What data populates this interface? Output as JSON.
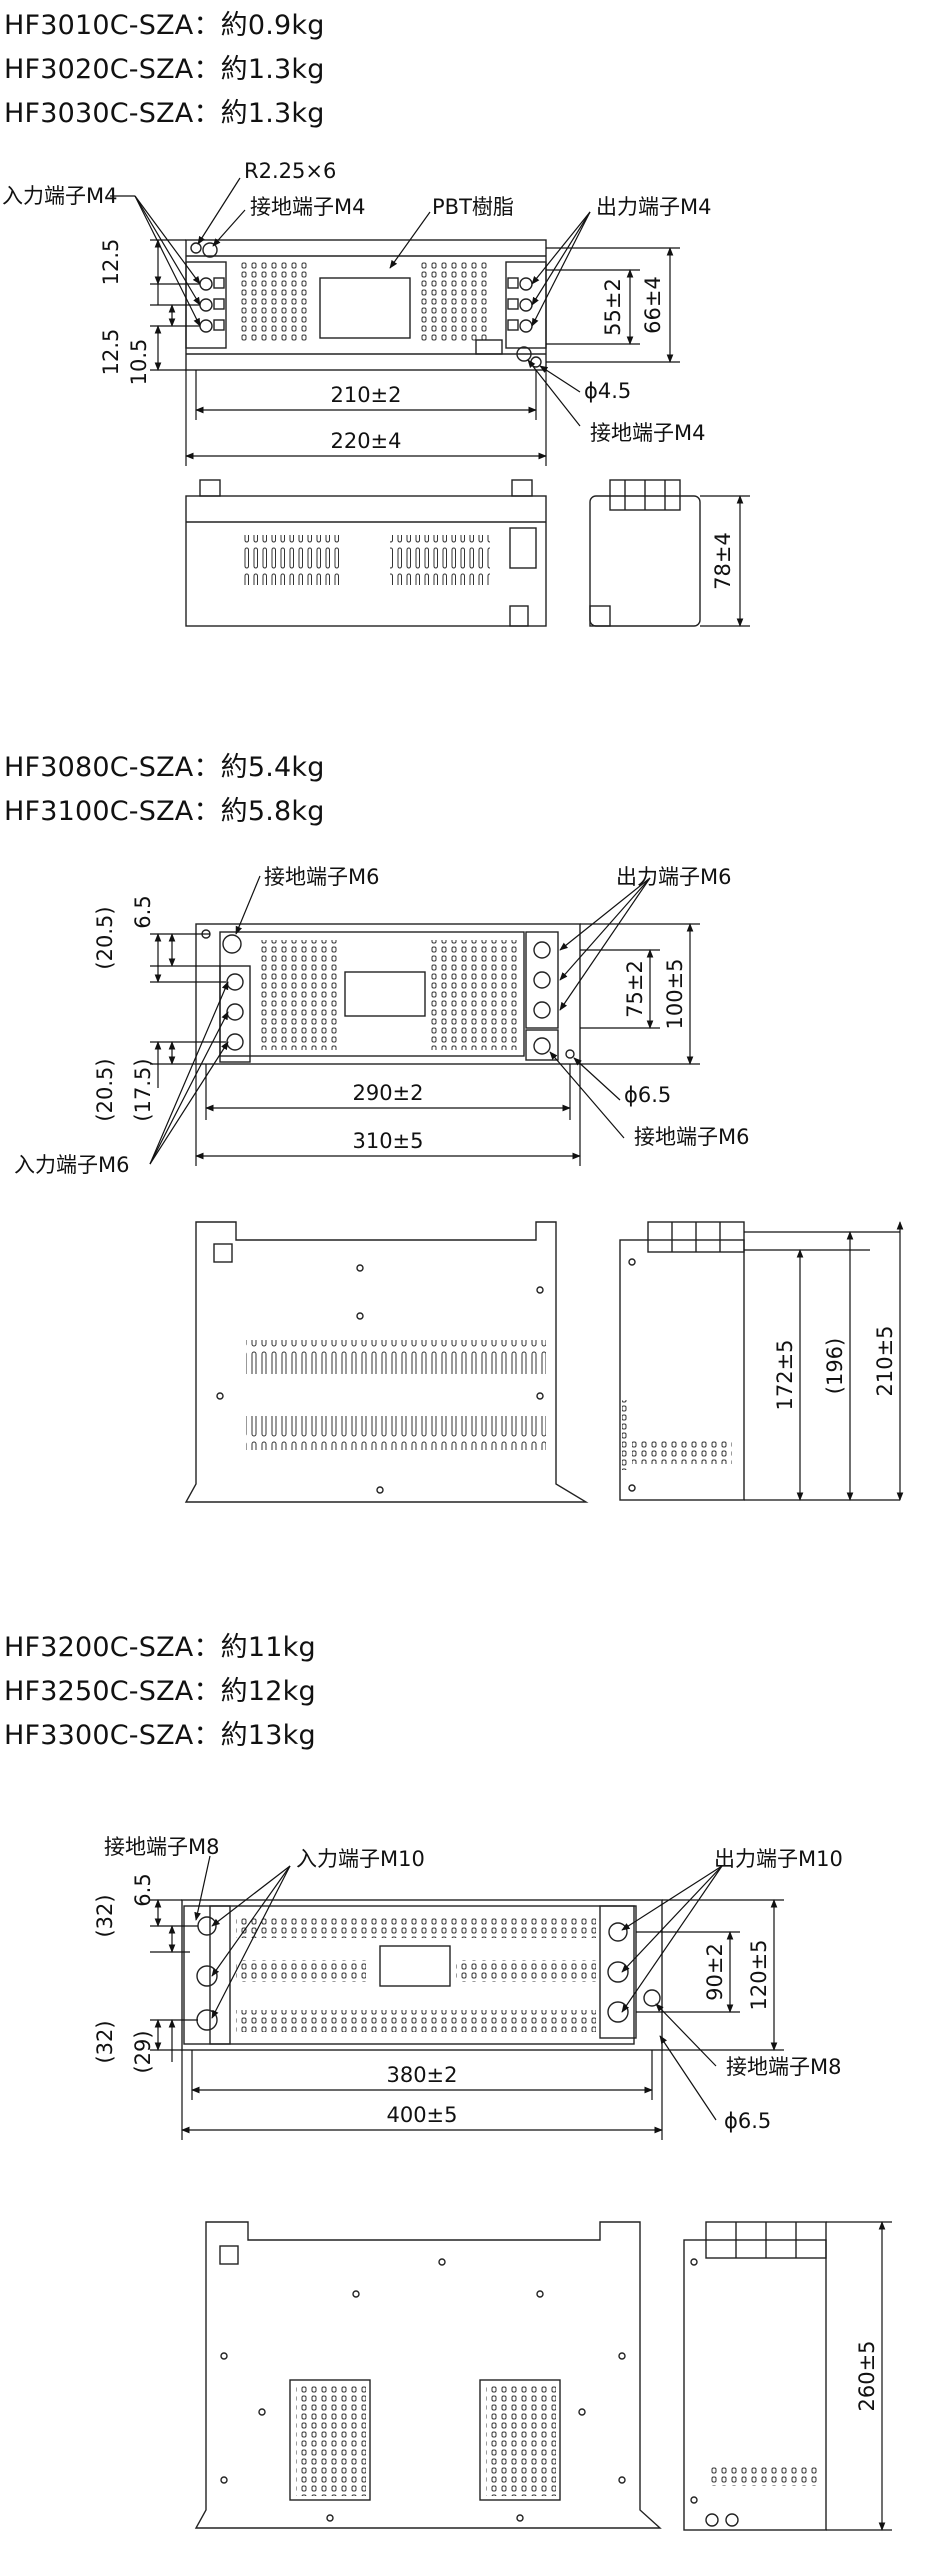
{
  "sections": [
    {
      "models": [
        "HF3010C-SZA：約0.9kg",
        "HF3020C-SZA：約1.3kg",
        "HF3030C-SZA：約1.3kg"
      ],
      "labels": {
        "input": "入力端子M4",
        "r": "R2.25×6",
        "ground_top": "接地端子M4",
        "pbt": "PBT樹脂",
        "output": "出力端子M4",
        "phi": "ϕ4.5",
        "ground_bottom": "接地端子M4"
      },
      "dims": {
        "d_12_5a": "12.5",
        "d_12_5b": "12.5",
        "d_10_5": "10.5",
        "d_55": "55±2",
        "d_66": "66±4",
        "d_210": "210±2",
        "d_220": "220±4",
        "d_78": "78±4"
      }
    },
    {
      "models": [
        "HF3080C-SZA：約5.4kg",
        "HF3100C-SZA：約5.8kg"
      ],
      "labels": {
        "ground_top": "接地端子M6",
        "output": "出力端子M6",
        "phi": "ϕ6.5",
        "ground_bottom": "接地端子M6",
        "input": "入力端子M6"
      },
      "dims": {
        "d_20_5a": "(20.5)",
        "d_6_5": "6.5",
        "d_20_5b": "(20.5)",
        "d_17_5": "(17.5)",
        "d_75": "75±2",
        "d_100": "100±5",
        "d_290": "290±2",
        "d_310": "310±5",
        "d_172": "172±5",
        "d_196": "(196)",
        "d_210": "210±5"
      }
    },
    {
      "models": [
        "HF3200C-SZA：約11kg",
        "HF3250C-SZA：約12kg",
        "HF3300C-SZA：約13kg"
      ],
      "labels": {
        "ground_top": "接地端子M8",
        "input": "入力端子M10",
        "output": "出力端子M10",
        "ground_bottom": "接地端子M8",
        "phi": "ϕ6.5"
      },
      "dims": {
        "d_32a": "(32)",
        "d_6_5": "6.5",
        "d_32b": "(32)",
        "d_29": "(29)",
        "d_90": "90±2",
        "d_120": "120±5",
        "d_380": "380±2",
        "d_400": "400±5",
        "d_260": "260±5"
      }
    }
  ]
}
